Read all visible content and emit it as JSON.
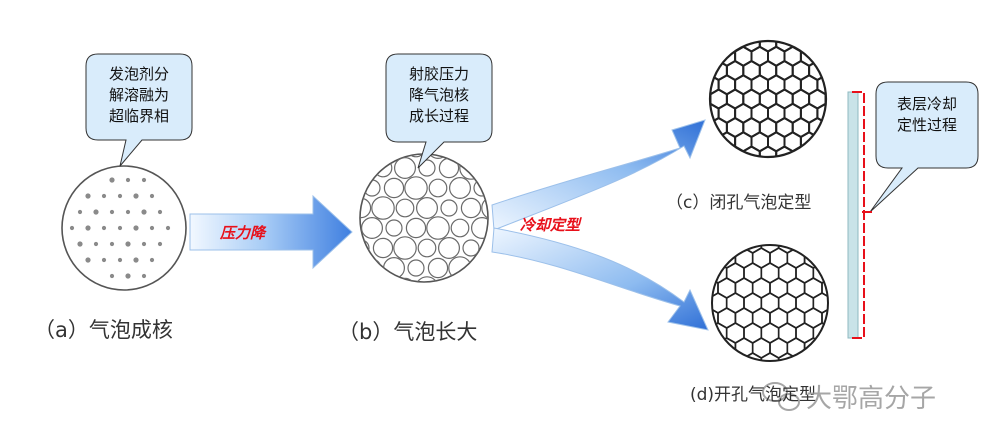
{
  "callouts": {
    "nucleation": "发泡剂分\n解溶融为\n超临界相",
    "growth": "射胶压力\n降气泡核\n成长过程",
    "surface": "表层冷却\n定性过程"
  },
  "arrows": {
    "pressure_drop": "压力降",
    "cooling": "冷却定型"
  },
  "stages": {
    "a": "（a）气泡成核",
    "b": "（b）气泡长大",
    "c": "（c）闭孔气泡定型",
    "d": "(d)开孔气泡定型"
  },
  "watermark": "大鄂高分子",
  "colors": {
    "callout_fill": "#d9ecfb",
    "arrow_light": "#eaf4ff",
    "arrow_dark": "#3f7fe0",
    "bar_fill": "#c9e3e8",
    "bar_bracket": "#e8101a",
    "label_text": "#333333",
    "arrow_text": "#e8101a"
  }
}
